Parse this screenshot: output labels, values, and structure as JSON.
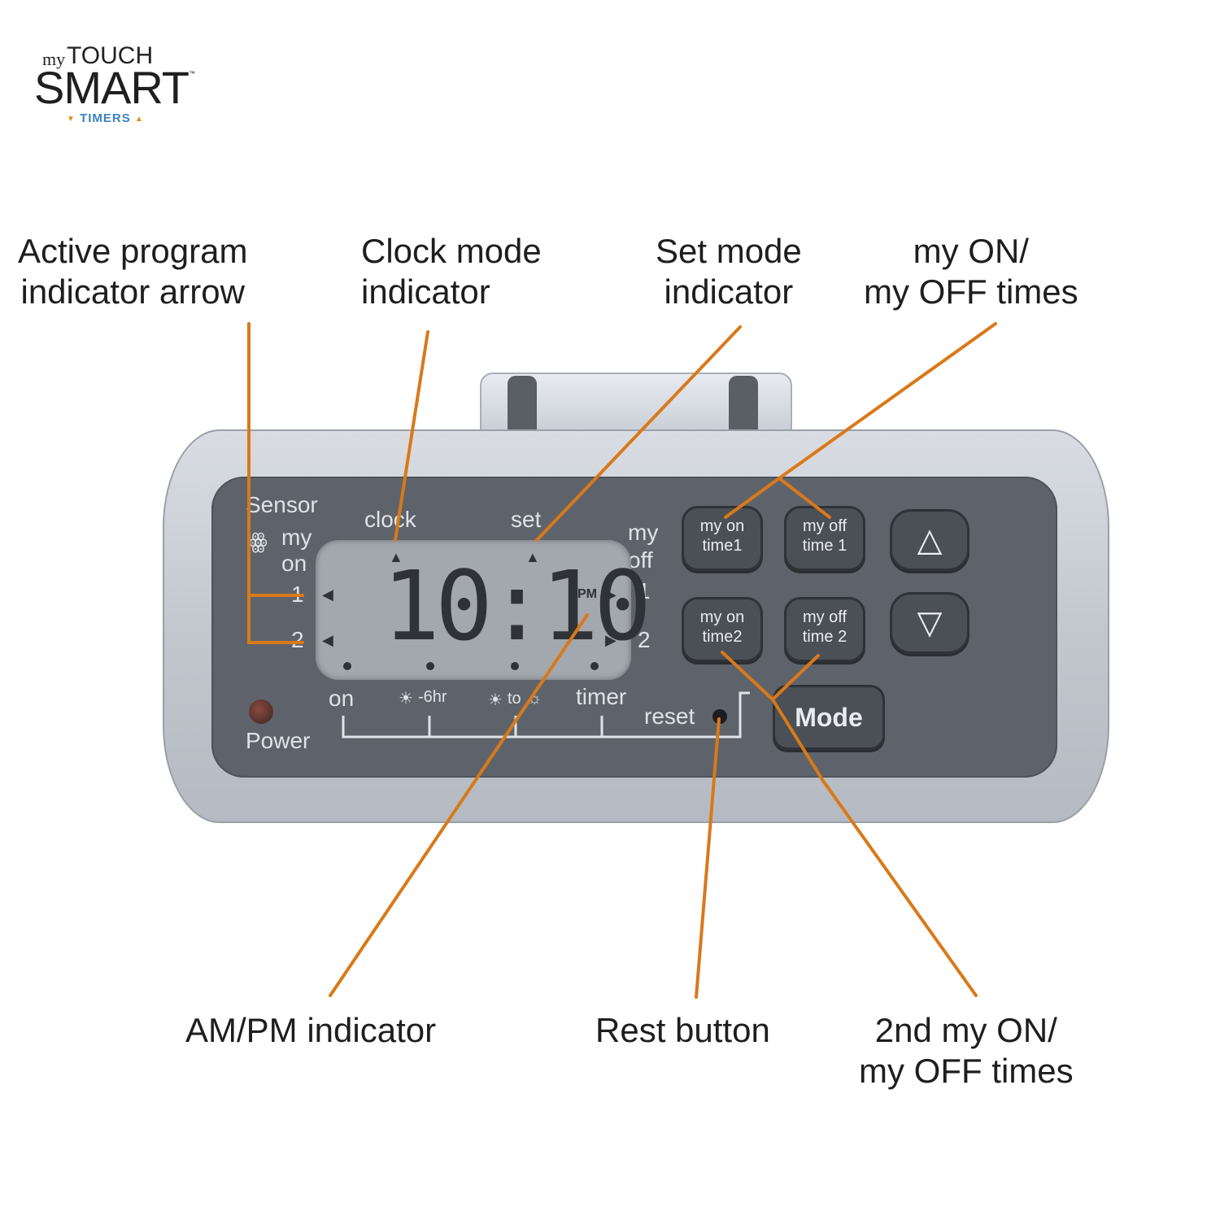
{
  "logo": {
    "prefix": "my",
    "brand_top": "TOUCH",
    "brand_main": "SMART",
    "trademark": "™",
    "tagline": "TIMERS"
  },
  "callouts": {
    "active_program": [
      "Active program",
      "indicator arrow"
    ],
    "clock_mode": [
      "Clock mode",
      "indicator"
    ],
    "set_mode": [
      "Set mode",
      "indicator"
    ],
    "my_on_off": [
      "my ON/",
      "my OFF times"
    ],
    "am_pm": [
      "AM/PM indicator"
    ],
    "rest_button": [
      "Rest button"
    ],
    "second_on_off": [
      "2nd my ON/",
      "my OFF times"
    ]
  },
  "device": {
    "display_time": "10:10",
    "display_meridiem": "PM",
    "label_sensor": "Sensor",
    "label_my_on": [
      "my",
      "on"
    ],
    "label_my_off": [
      "my",
      "off"
    ],
    "label_clock": "clock",
    "label_set": "set",
    "left_slot_1": "1",
    "left_slot_2": "2",
    "right_slot_1": "1",
    "right_slot_2": "2",
    "mode_on": "on",
    "mode_6hr": "-6hr",
    "mode_to": "to",
    "mode_timer": "timer",
    "label_reset": "reset",
    "label_power": "Power",
    "buttons": {
      "on1": [
        "my on",
        "time1"
      ],
      "off1": [
        "my off",
        "time 1"
      ],
      "on2": [
        "my on",
        "time2"
      ],
      "off2": [
        "my off",
        "time 2"
      ],
      "mode": "Mode"
    },
    "arrow_up": "△",
    "arrow_down": "▽"
  },
  "colors": {
    "callout_line": "#d9791a",
    "device_face": "#5e636b",
    "lcd": "#a3a8ae"
  }
}
